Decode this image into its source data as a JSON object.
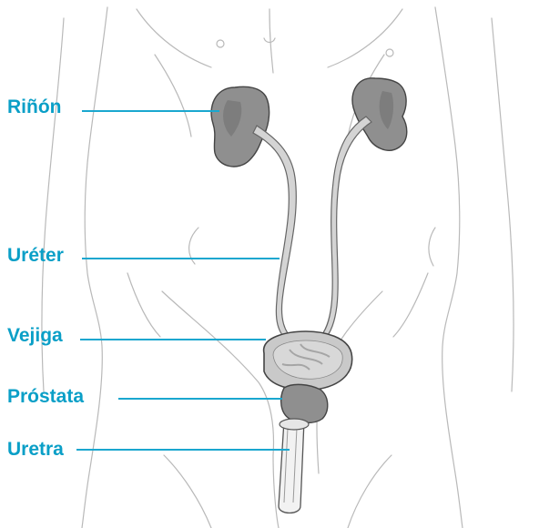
{
  "labels": {
    "kidney": "Riñón",
    "ureter": "Uréter",
    "bladder": "Vejiga",
    "prostate": "Próstata",
    "urethra": "Uretra"
  },
  "colors": {
    "label_text": "#0a9fc7",
    "leader_line": "#1aa7cf",
    "body_outline": "#b9b9b9",
    "organ_fill": "#8f8f8f",
    "organ_outline": "#444444",
    "bladder_fill": "#c9c9c9"
  }
}
